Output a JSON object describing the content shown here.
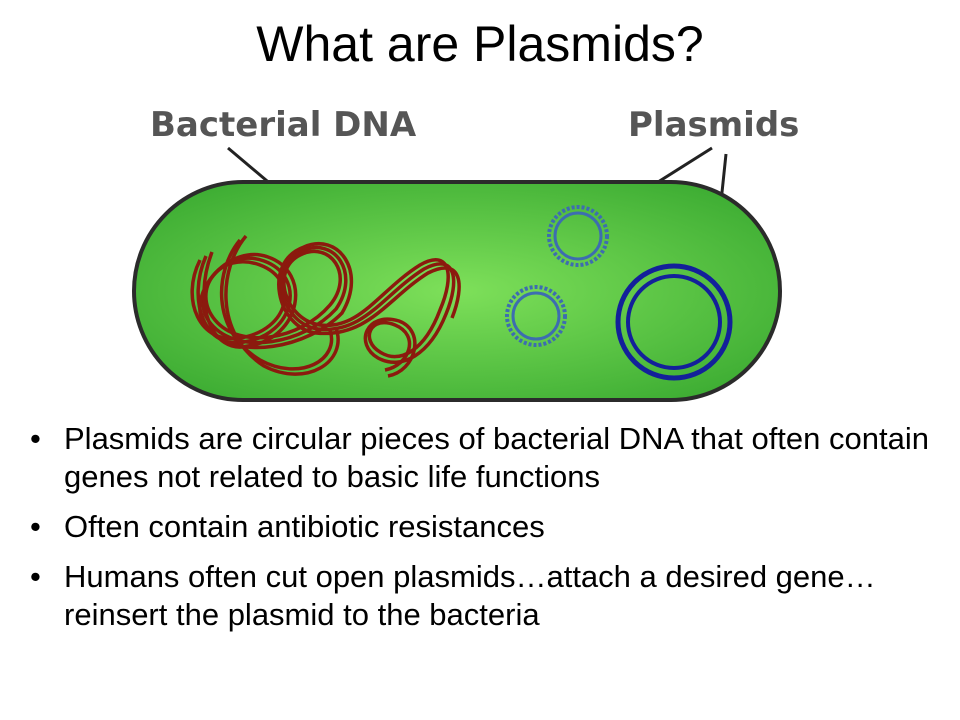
{
  "slide": {
    "title": "What are Plasmids?"
  },
  "diagram": {
    "labels": {
      "bacterial_dna": "Bacterial DNA",
      "plasmids": "Plasmids"
    },
    "colors": {
      "cell_fill": "#5cc444",
      "cell_outline": "#2b2b2b",
      "bacterial_dna": "#8b1a0e",
      "plasmid_small": "#3d6db0",
      "plasmid_large": "#13209a",
      "label_text": "#555555"
    }
  },
  "bullets": [
    {
      "text": "Plasmids are circular pieces of bacterial DNA that often contain genes not related to basic life functions"
    },
    {
      "text": "Often contain antibiotic resistances"
    },
    {
      "text": "Humans often cut open plasmids…attach a desired gene…reinsert the plasmid to the bacteria"
    }
  ]
}
